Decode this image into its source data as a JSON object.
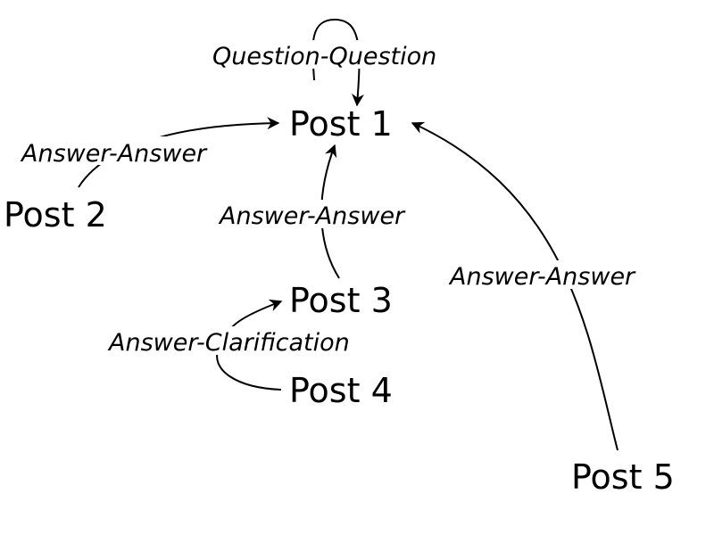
{
  "nodes": {
    "post1": "Post 1",
    "post2": "Post 2",
    "post3": "Post 3",
    "post4": "Post 4",
    "post5": "Post 5"
  },
  "edges": {
    "post1_post1": "Question-Question",
    "post2_post1": "Answer-Answer",
    "post3_post1": "Answer-Answer",
    "post4_post3": "Answer-Clarification",
    "post5_post1": "Answer-Answer"
  }
}
